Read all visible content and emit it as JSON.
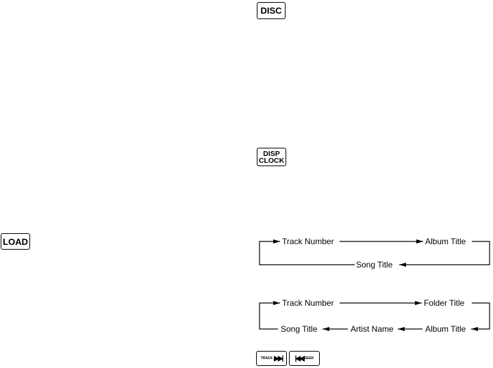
{
  "buttons": {
    "disc": "DISC",
    "load": "LOAD",
    "disp_line1": "DISP",
    "disp_line2": "CLOCK",
    "track_label": "TRACK",
    "seek_label": "SEEK"
  },
  "flow_cd_text": {
    "track_number": "Track Number",
    "album_title": "Album Title",
    "song_title": "Song Title"
  },
  "flow_mp3": {
    "track_number": "Track Number",
    "folder_title": "Folder Title",
    "song_title": "Song Title",
    "artist_name": "Artist Name",
    "album_title": "Album Title"
  }
}
